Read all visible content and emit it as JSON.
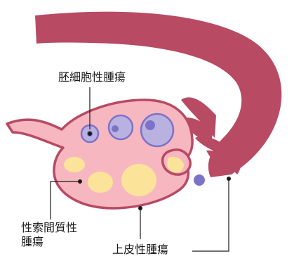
{
  "diagram": {
    "labels": {
      "germ_cell_tumor": "胚細胞性腫瘍",
      "sex_cord_stromal_tumor_line1": "性索間質性",
      "sex_cord_stromal_tumor_line2": "腫瘍",
      "epithelial_tumor": "上皮性腫瘍"
    },
    "colors": {
      "tube_and_outline": "#b84a63",
      "ovary_fill": "#f7b7c0",
      "follicle_fill": "#b9b2e0",
      "follicle_stroke": "#7d72c9",
      "follicle_core": "#7d72c9",
      "corpus_fill": "#fbe39a",
      "leader_line": "#1a1a1a"
    }
  }
}
